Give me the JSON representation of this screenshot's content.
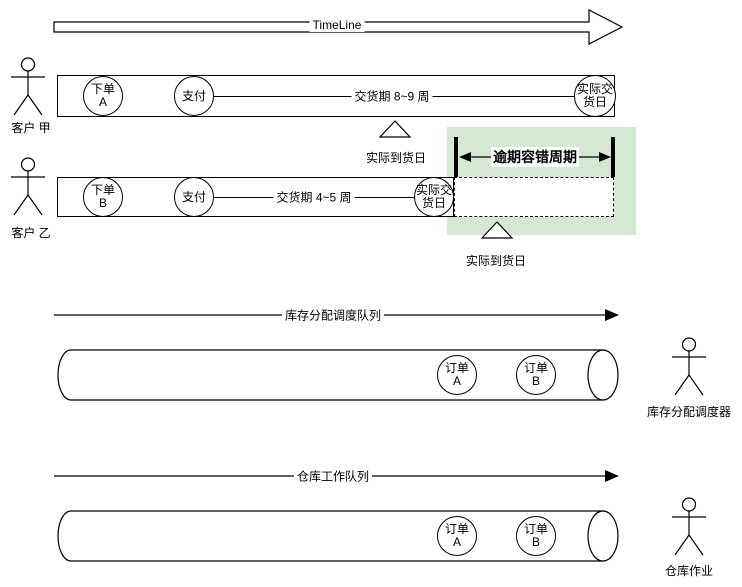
{
  "colors": {
    "stroke": "#000000",
    "tolerance_zone_fill": "#d5e8d4",
    "background": "#ffffff"
  },
  "timeline": {
    "label": "TimeLine"
  },
  "actors": {
    "customer_a": "客户 甲",
    "customer_b": "客户 乙",
    "scheduler": "库存分配调度器",
    "warehouse": "仓库作业"
  },
  "lane_a": {
    "order_node": "下单\nA",
    "pay_node": "支付",
    "delivery_period": "交货期 8~9 周",
    "actual_delivery_node": "实际交\n货日",
    "actual_arrival_label": "实际到货日"
  },
  "lane_b": {
    "order_node": "下单\nB",
    "pay_node": "支付",
    "delivery_period": "交货期 4~5 周",
    "actual_delivery_node": "实际交\n货日",
    "actual_arrival_label": "实际到货日"
  },
  "tolerance": {
    "label": "逾期容错周期"
  },
  "queues": {
    "inventory": {
      "title": "库存分配调度队列",
      "order_a": "订单\nA",
      "order_b": "订单\nB"
    },
    "warehouse": {
      "title": "仓库工作队列",
      "order_a": "订单\nA",
      "order_b": "订单\nB"
    }
  }
}
